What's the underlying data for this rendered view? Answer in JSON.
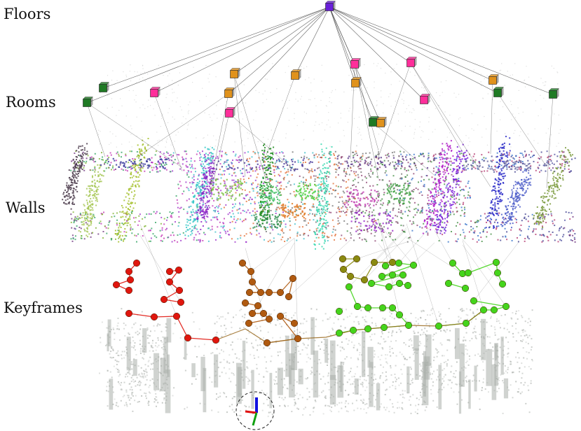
{
  "layers": {
    "floors": "Floors",
    "rooms": "Rooms",
    "walls": "Walls",
    "keyframes": "Keyframes"
  },
  "colors": {
    "floor_node": "#6a1fd9",
    "room_green": "#1f7a24",
    "room_pink": "#ff2e9a",
    "room_orange": "#e0921c",
    "edge": "#333333",
    "pointcloud": "#b9bdb9",
    "kf_red": "#e0160e",
    "kf_brown": "#b05a10",
    "kf_olive": "#8a8a10",
    "kf_green": "#45d41c",
    "gizmo_x": "#e01010",
    "gizmo_y": "#10a010",
    "gizmo_z": "#1010e0"
  },
  "graph": {
    "floor": {
      "color": "purple"
    },
    "rooms": [
      {
        "id": "r1",
        "color": "green"
      },
      {
        "id": "r2",
        "color": "green"
      },
      {
        "id": "r3",
        "color": "pink"
      },
      {
        "id": "r4",
        "color": "orange"
      },
      {
        "id": "r5",
        "color": "orange"
      },
      {
        "id": "r6",
        "color": "pink"
      },
      {
        "id": "r7",
        "color": "orange"
      },
      {
        "id": "r8",
        "color": "pink"
      },
      {
        "id": "r9",
        "color": "orange"
      },
      {
        "id": "r10",
        "color": "pink"
      },
      {
        "id": "r11",
        "color": "pink"
      },
      {
        "id": "r12",
        "color": "green"
      },
      {
        "id": "r13",
        "color": "orange"
      },
      {
        "id": "r14",
        "color": "orange"
      },
      {
        "id": "r15",
        "color": "green"
      },
      {
        "id": "r16",
        "color": "green"
      }
    ],
    "keyframe_groups": [
      {
        "id": "kf-red",
        "color": "red"
      },
      {
        "id": "kf-brown",
        "color": "brown"
      },
      {
        "id": "kf-olive",
        "color": "olive"
      },
      {
        "id": "kf-green",
        "color": "green"
      }
    ]
  }
}
